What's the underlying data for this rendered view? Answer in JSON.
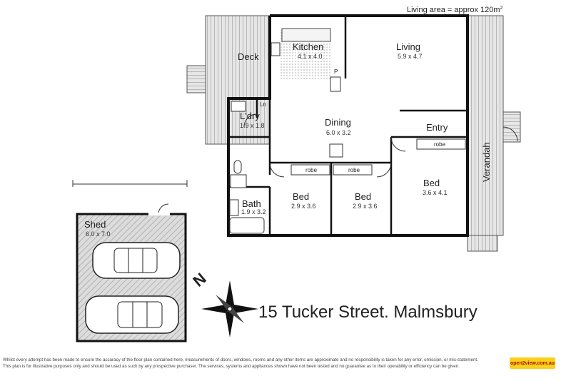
{
  "header": {
    "living_area": "Living area = approx 120m",
    "living_area_sup": "2"
  },
  "rooms": {
    "deck": {
      "name": "Deck"
    },
    "kitchen": {
      "name": "Kitchen",
      "size": "4.1 x 4.0"
    },
    "living": {
      "name": "Living",
      "size": "5.9 x 4.7"
    },
    "laundry": {
      "name": "L'dry",
      "size": "1.9 x 1.8"
    },
    "linen": {
      "name": "Ln"
    },
    "pantry": {
      "name": "P"
    },
    "dining": {
      "name": "Dining",
      "size": "6.0 x 3.2"
    },
    "entry": {
      "name": "Entry"
    },
    "bath": {
      "name": "Bath",
      "size": "1.9 x 3.2"
    },
    "bed1": {
      "name": "Bed",
      "size": "2.9 x 3.6",
      "robe": "robe"
    },
    "bed2": {
      "name": "Bed",
      "size": "2.9 x 3.6",
      "robe": "robe"
    },
    "bed3": {
      "name": "Bed",
      "size": "3.6 x 4.1",
      "robe": "robe"
    },
    "verandah": {
      "name": "Verandah"
    },
    "shed": {
      "name": "Shed",
      "size": "6.0 x 7.0"
    }
  },
  "compass": {
    "north": "N"
  },
  "address": "15 Tucker Street. Malmsbury",
  "disclaimer": {
    "line1": "Whilst every attempt has been made to ensure the accuracy of the floor plan contained here, measurements of doors, windows, rooms and any other items are approximate and no responsibility is taken for any error, omission, or mis-statement.",
    "line2": "This plan is for illustrative purposes only and should be used as such by any prospective purchaser. The services, systems and appliances shown have not been tested and no guarantee as to their operability or efficiency can be given."
  },
  "brand": {
    "logo_text": "open2view.com.au"
  },
  "colors": {
    "wall": "#111111",
    "deck_fill": "#cfcfcf",
    "shed_fill": "#d9d9d9"
  }
}
